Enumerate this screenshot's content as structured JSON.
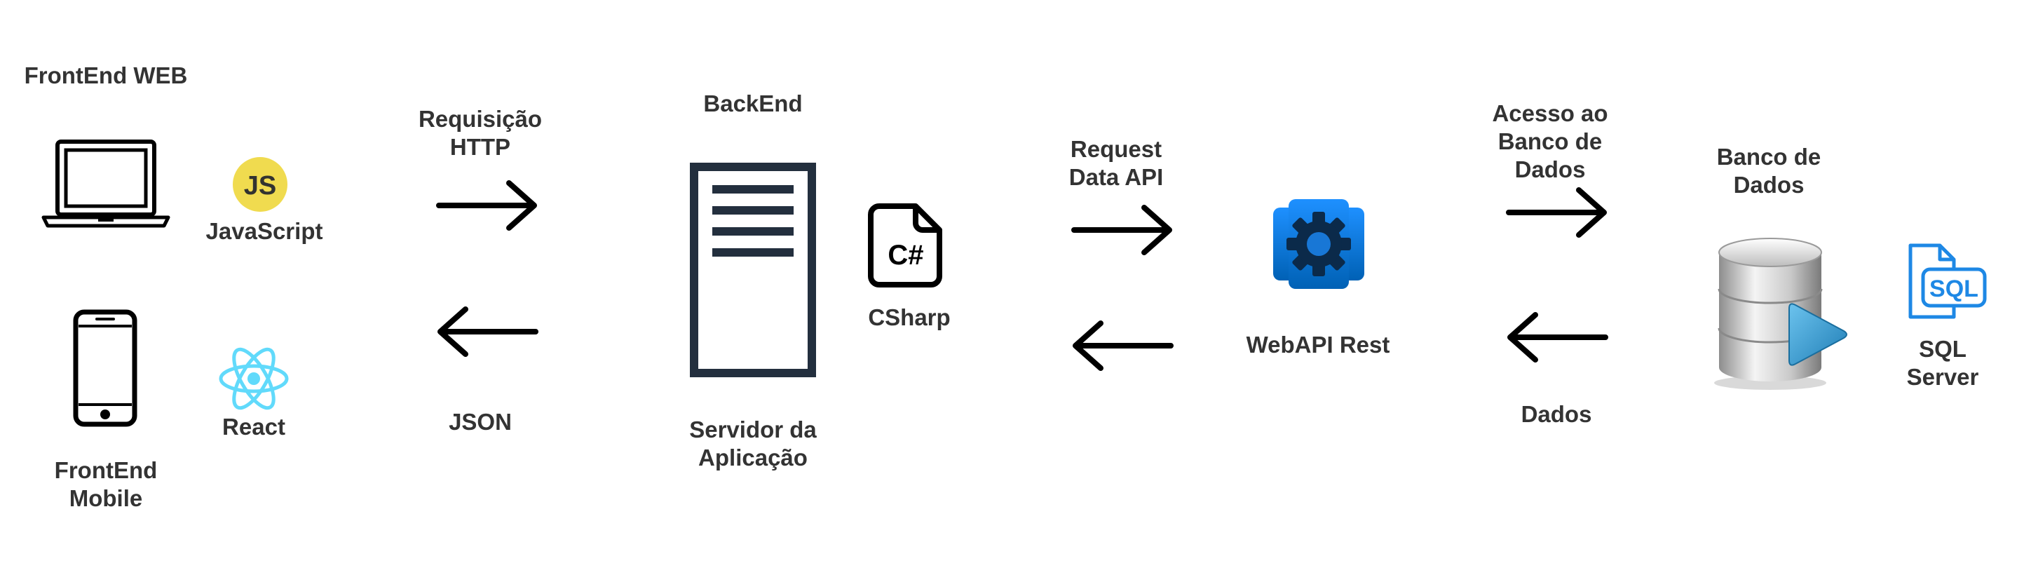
{
  "labels": {
    "frontend_web": "FrontEnd WEB",
    "javascript": "JavaScript",
    "js_badge": "JS",
    "react": "React",
    "frontend_mobile": "FrontEnd\nMobile",
    "http_request": "Requisição\nHTTP",
    "json": "JSON",
    "backend": "BackEnd",
    "app_server": "Servidor da\nAplicação",
    "csharp": "CSharp",
    "csharp_glyph": "C#",
    "request_data_api": "Request\nData API",
    "webapi": "WebAPI Rest",
    "db_access": "Acesso ao\nBanco de\nDados",
    "data": "Dados",
    "database": "Banco de\nDados",
    "sql_glyph": "SQL",
    "sql_server": "SQL\nServer"
  },
  "icons": {
    "laptop": "laptop-icon",
    "mobile": "smartphone-icon",
    "javascript": "javascript-logo-icon",
    "react": "react-logo-icon",
    "server": "server-icon",
    "csharp": "csharp-file-icon",
    "webapi": "gear-puzzle-icon",
    "database": "database-icon",
    "sql": "sql-file-icon"
  },
  "colors": {
    "text": "#333333",
    "javascript_yellow": "#F0DB4F",
    "react_cyan": "#61DAFB",
    "server_navy": "#232F3E",
    "webapi_blue": "#0072C6",
    "sql_blue": "#1E88E5",
    "db_play_blue": "#3AA3D8"
  }
}
